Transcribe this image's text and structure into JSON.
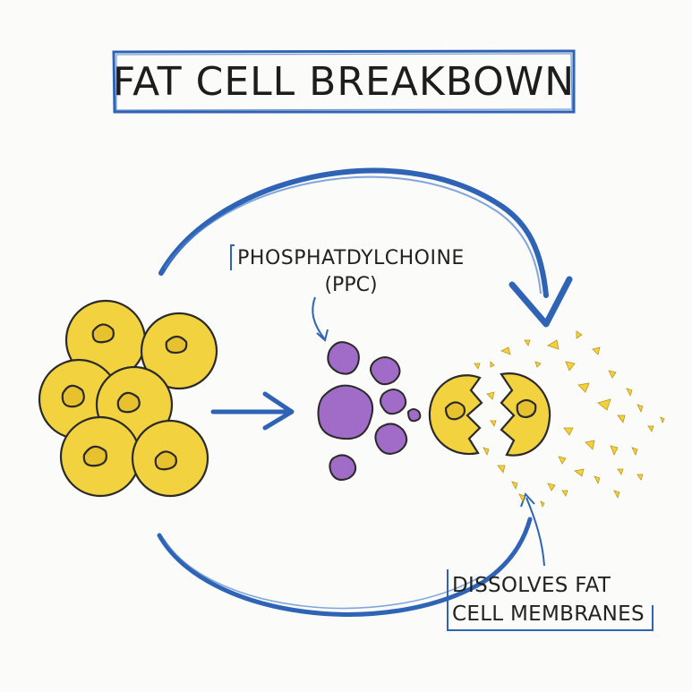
{
  "title": "FAT CELL BREAKBOWN",
  "ppc_label": {
    "line1": "PHOSPHATDYLCHOINE",
    "line2": "(PPC)"
  },
  "dissolve_label": {
    "line1": "DISSOLVES FAT",
    "line2": "CELL MEMBRANES"
  },
  "colors": {
    "fat_cell_fill": "#f2d23e",
    "fat_cell_stroke": "#2a2a2a",
    "ppc_fill": "#a06cc8",
    "arrow_blue": "#2e63b5",
    "fragment_fill": "#f4d03f"
  }
}
